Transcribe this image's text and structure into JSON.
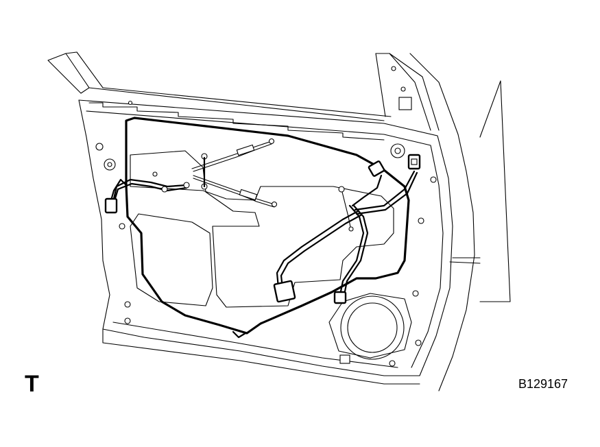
{
  "figure": {
    "corner_letter": "T",
    "code": "B129167"
  },
  "icons": {
    "door": "door-panel-drawing",
    "harness": "wire-harness-drawing"
  }
}
